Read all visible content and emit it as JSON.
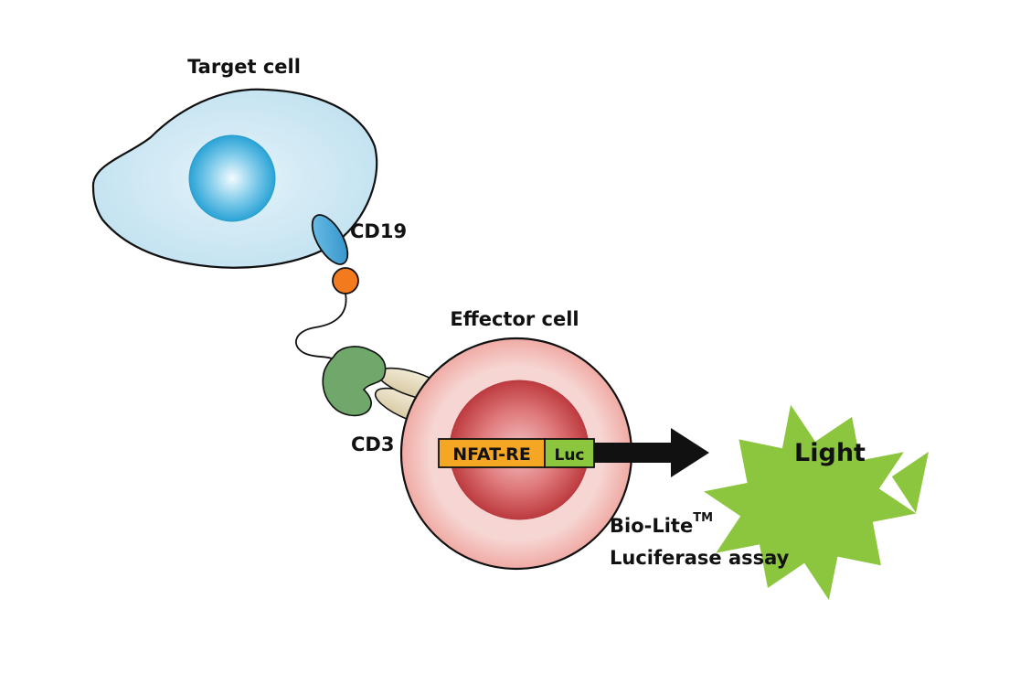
{
  "labels": {
    "target_cell": "Target cell",
    "cd19": "CD19",
    "effector_cell": "Effector cell",
    "cd3": "CD3",
    "nfat_re": "NFAT-RE",
    "luc": "Luc",
    "light": "Light",
    "biolite": "Bio-Lite",
    "trademark": "TM",
    "luciferase_assay": "Luciferase assay"
  },
  "colors": {
    "target_cell_fill": "#cfe8f3",
    "target_nucleus": "#3fb2dc",
    "cd19": "#4aa9d9",
    "linker_ball": "#f47a1e",
    "cd3_green": "#6fa86a",
    "cd3_beige": "#e6dcc0",
    "effector_outer": "#f2b9b4",
    "effector_nucleus": "#c8464a",
    "nfat_box": "#f5a623",
    "luc_box": "#8cc63f",
    "arrow": "#111111",
    "light_burst": "#8cc63f"
  }
}
